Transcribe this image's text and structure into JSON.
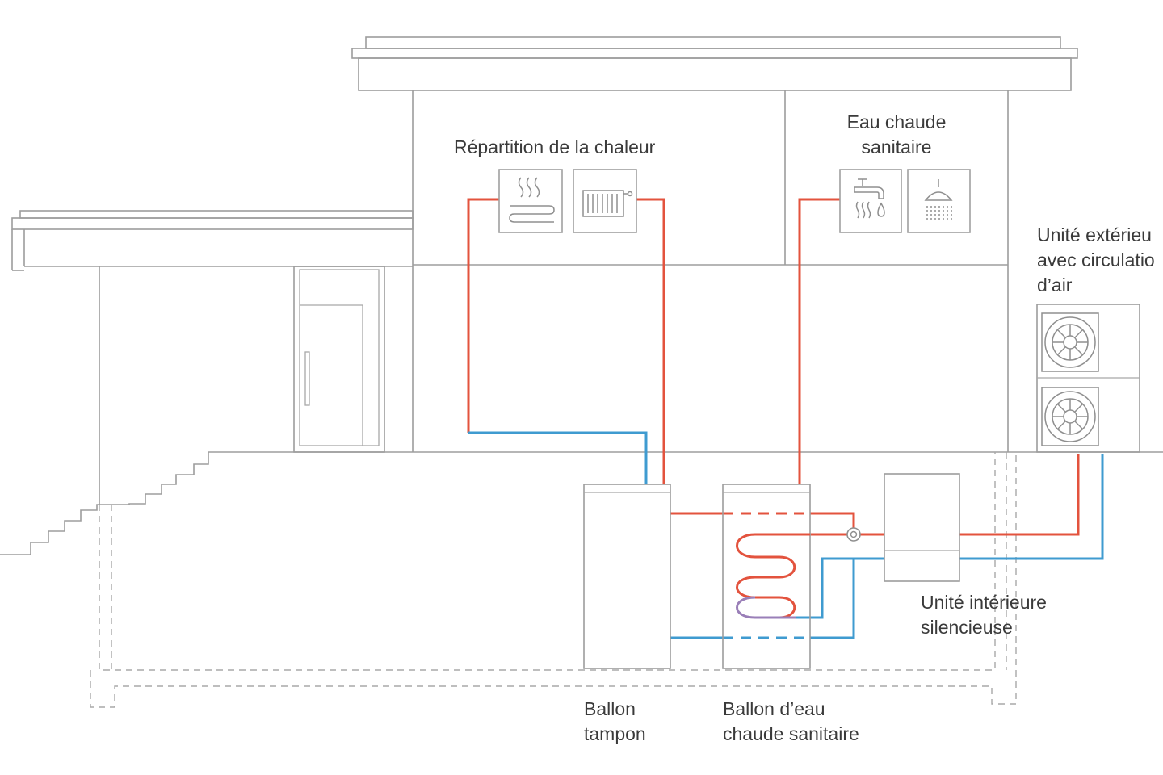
{
  "labels": {
    "heat_distribution": "Répartition de la chaleur",
    "dhw_line1": "Eau chaude",
    "dhw_line2": "sanitaire",
    "outdoor_line1": "Unité extérieu",
    "outdoor_line2": "avec circulatio",
    "outdoor_line3": "d’air",
    "indoor_line1": "Unité intérieure",
    "indoor_line2": "silencieuse",
    "buffer_line1": "Ballon",
    "buffer_line2": "tampon",
    "dhw_tank_line1": "Ballon d’eau",
    "dhw_tank_line2": "chaude sanitaire"
  },
  "icons": [
    "underfloor-heating-icon",
    "radiator-icon",
    "tap-icon",
    "shower-icon",
    "fan-icon"
  ],
  "colors": {
    "supply_pipe": "#e3533e",
    "return_pipe": "#3f9bd0",
    "outline": "#9d9d9d",
    "text": "#3a3a3a"
  }
}
